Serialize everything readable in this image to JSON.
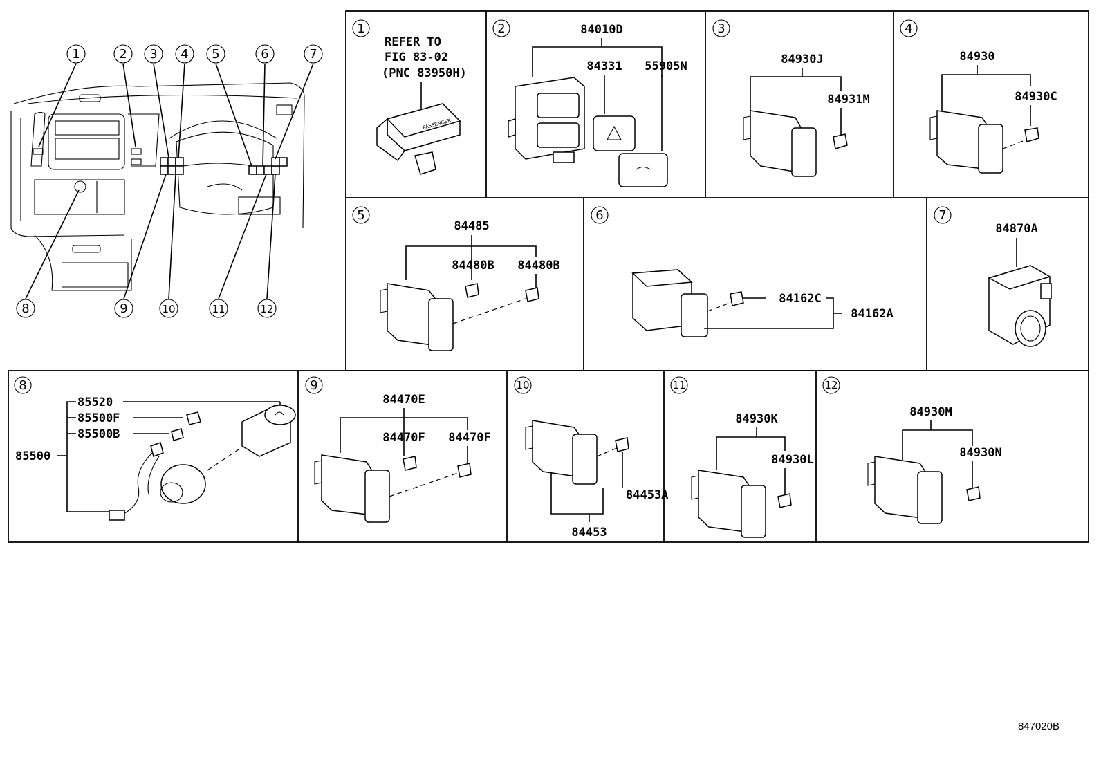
{
  "overview": {
    "callouts": [
      "1",
      "2",
      "3",
      "4",
      "5",
      "6",
      "7",
      "8",
      "9",
      "10",
      "11",
      "12"
    ]
  },
  "panels": [
    {
      "num": "1",
      "labels": [
        "REFER TO",
        "FIG 83-02",
        "(PNC 83950H)"
      ]
    },
    {
      "num": "2",
      "labels": [
        "84010D",
        "84331",
        "55905N"
      ]
    },
    {
      "num": "3",
      "labels": [
        "84930J",
        "84931M"
      ]
    },
    {
      "num": "4",
      "labels": [
        "84930",
        "84930C"
      ]
    },
    {
      "num": "5",
      "labels": [
        "84485",
        "84480B",
        "84480B"
      ]
    },
    {
      "num": "6",
      "labels": [
        "84162C",
        "84162A"
      ]
    },
    {
      "num": "7",
      "labels": [
        "84870A"
      ]
    },
    {
      "num": "8",
      "labels": [
        "85520",
        "85500F",
        "85500B",
        "85500"
      ]
    },
    {
      "num": "9",
      "labels": [
        "84470E",
        "84470F",
        "84470F"
      ]
    },
    {
      "num": "10",
      "labels": [
        "84453A",
        "84453"
      ]
    },
    {
      "num": "11",
      "labels": [
        "84930K",
        "84930L"
      ]
    },
    {
      "num": "12",
      "labels": [
        "84930M",
        "84930N"
      ]
    }
  ],
  "drawing_code": "847020B"
}
